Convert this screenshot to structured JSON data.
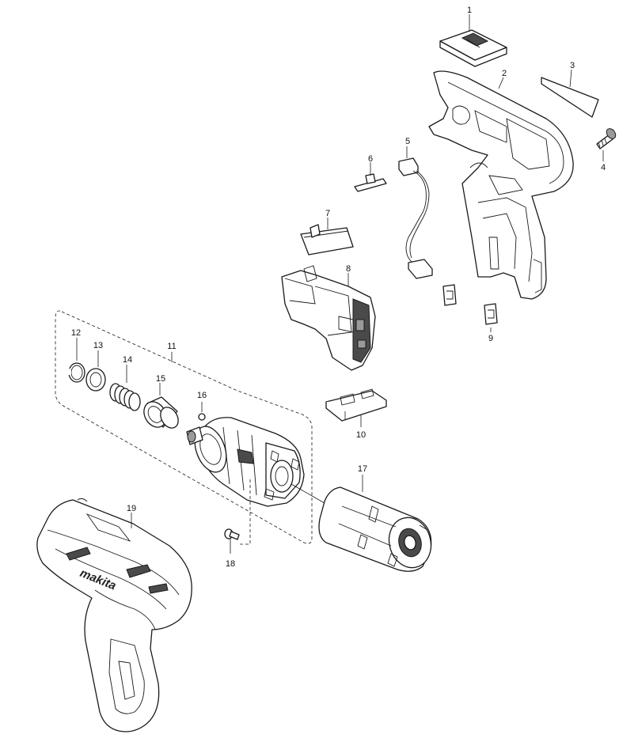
{
  "callouts": [
    {
      "id": "1",
      "label": "1"
    },
    {
      "id": "2",
      "label": "2"
    },
    {
      "id": "3",
      "label": "3"
    },
    {
      "id": "4",
      "label": "4"
    },
    {
      "id": "5",
      "label": "5"
    },
    {
      "id": "6",
      "label": "6"
    },
    {
      "id": "7",
      "label": "7"
    },
    {
      "id": "8",
      "label": "8"
    },
    {
      "id": "9",
      "label": "9"
    },
    {
      "id": "10",
      "label": "10"
    },
    {
      "id": "11",
      "label": "11"
    },
    {
      "id": "12",
      "label": "12"
    },
    {
      "id": "13",
      "label": "13"
    },
    {
      "id": "14",
      "label": "14"
    },
    {
      "id": "15",
      "label": "15"
    },
    {
      "id": "16",
      "label": "16"
    },
    {
      "id": "17",
      "label": "17"
    },
    {
      "id": "18",
      "label": "18"
    },
    {
      "id": "19",
      "label": "19"
    }
  ],
  "housing_logo_text": "makita"
}
